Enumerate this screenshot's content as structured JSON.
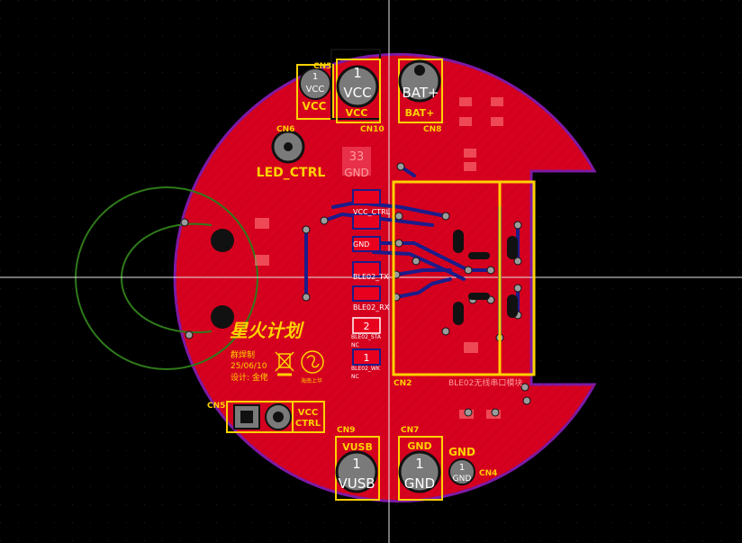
{
  "board": {
    "colors": {
      "background": "#000000",
      "copper": "#d6001f",
      "outline": "#7d1aa8",
      "silkscreen": "#ffd200",
      "trace": "#1c1c8a",
      "grid": "#1f3f1f",
      "crosshair": "#e6e6e6",
      "outline_ref": "#2f7a1a"
    },
    "connectors": {
      "cn3": {
        "ref": "CN3",
        "pin": "1",
        "net": "VCC",
        "label": "VCC"
      },
      "cn10": {
        "ref": "CN10",
        "pin": "1",
        "net": "VCC",
        "label": "VCC"
      },
      "cn8": {
        "ref": "CN8",
        "net": "BAT+",
        "label": "BAT+"
      },
      "cn6": {
        "ref": "CN6",
        "label": "LED_CTRL"
      },
      "cn5": {
        "ref": "CN5",
        "label_line1": "VCC",
        "label_line2": "CTRL"
      },
      "cn9": {
        "ref": "CN9",
        "pin": "1",
        "net": "VUSB",
        "label": "VUSB"
      },
      "cn7": {
        "ref": "CN7",
        "pin": "1",
        "net": "GND",
        "label": "GND"
      },
      "cn4": {
        "ref": "CN4",
        "pin": "1",
        "net": "GND",
        "label": "GND"
      },
      "cn2": {
        "ref": "CN2"
      }
    },
    "pads": {
      "pad33": {
        "number": "33",
        "net": "GND"
      },
      "pad2": {
        "number": "2"
      },
      "pad1": {
        "number": "1"
      }
    },
    "net_labels": {
      "vcc_ctrl": "VCC_CTRL",
      "gnd": "GND",
      "ble_tx": "BLE02_TX",
      "ble_rx": "BLE02_RX",
      "ble_sta": "BLE02_STA",
      "nc": "NC",
      "ble_wk": "BLE02_WK",
      "nc2": "NC"
    },
    "module_label": "BLE02无线串口模块",
    "brand": {
      "logo_text": "星火计划",
      "line1": "群焊制",
      "date": "25/06/10",
      "designer": "设计: 金佬",
      "lab_label": "海南上华"
    }
  }
}
